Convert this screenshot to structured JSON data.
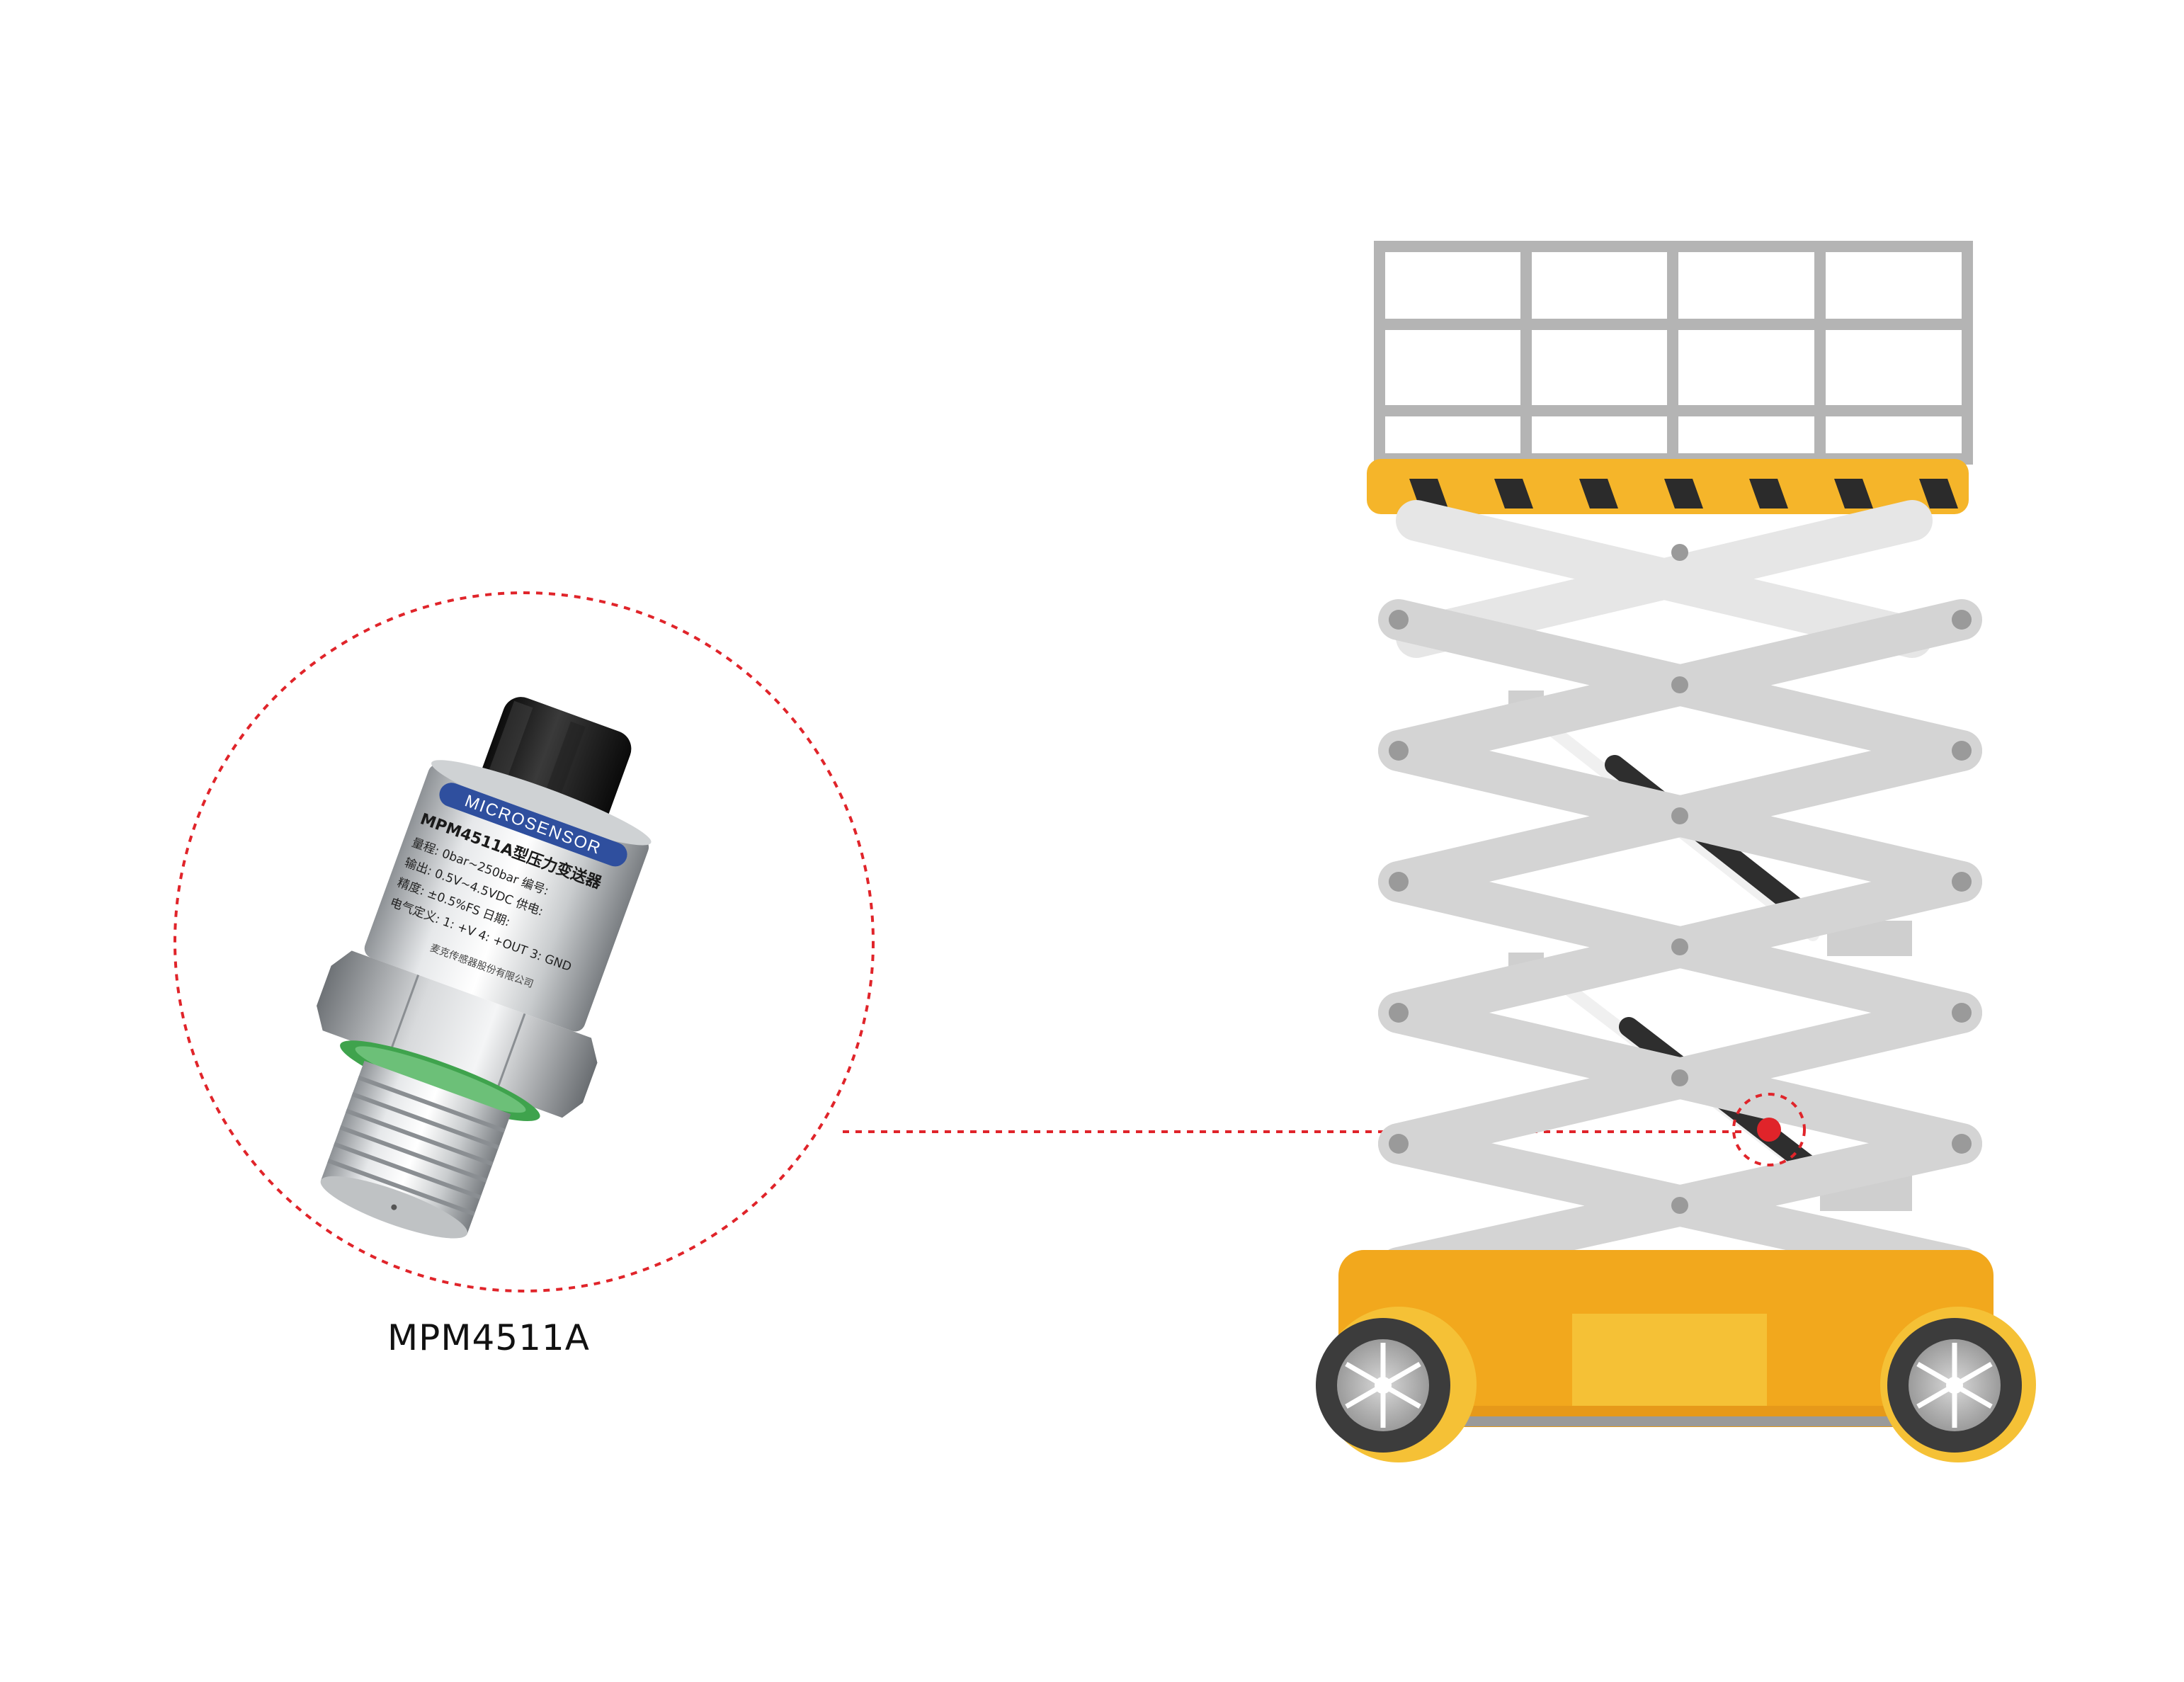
{
  "caption": {
    "model": "MPM4511A"
  },
  "sensor": {
    "brand": "MICROSENSOR",
    "label_lines": [
      "MPM4511A型压力变送器",
      "量程: 0bar~250bar  编号:",
      "输出: 0.5V~4.5VDC  供电:",
      "精度: ±0.5%FS  日期:",
      "电气定义: 1: +V  4: +OUT  3: GND"
    ],
    "maker": "麦克传感器股份有限公司"
  },
  "colors": {
    "callout": "#e0242a",
    "lift_yellow": "#f2a81d",
    "lift_yellow_light": "#f5c136",
    "scissor_gray": "#d6d6d6",
    "rail_gray": "#b4b4b4",
    "stripe_dark": "#2b2b2b",
    "tire": "#3c3c3c",
    "sensor_seal": "#3fa34d"
  }
}
